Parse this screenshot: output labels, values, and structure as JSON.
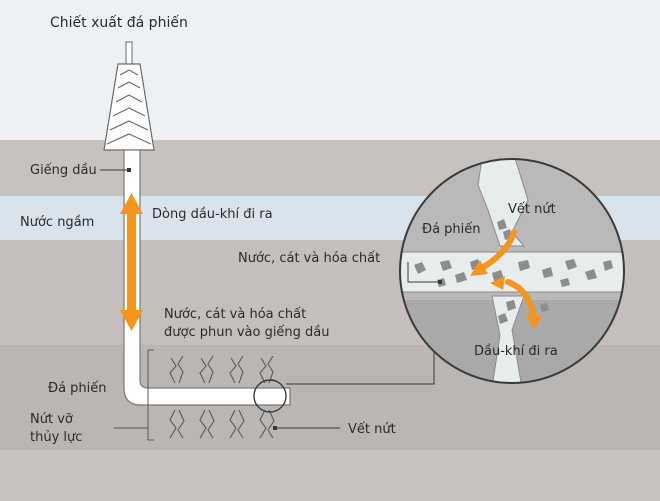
{
  "title": "Chiết xuất đá phiến",
  "labels": {
    "well": "Giếng dầu",
    "groundwater": "Nước ngầm",
    "oil_gas_flow": "Dòng dầu-khí đi ra",
    "injected_line1": "Nước, cát và hóa chất",
    "injected_line2": "được phun vào giếng dầu",
    "shale_left": "Đá phiến",
    "hydraulic_line1": "Nứt vỡ",
    "hydraulic_line2": "thủy lực",
    "crack_bottom": "Vết nứt"
  },
  "inset": {
    "crack": "Vết nứt",
    "shale": "Đá phiến",
    "water_sand_chem": "Nước, cát và hóa chất",
    "oil_gas_out": "Dầu-khí đi ra"
  },
  "colors": {
    "sky": "#eef1f3",
    "layer_brown": "#c8c2bf",
    "groundwater": "#d8e3ec",
    "shale": "#bfbcba",
    "shale_dark": "#b3b0ae",
    "pipe": "#ffffff",
    "arrow": "#f7941d",
    "inset_rock": "#b9b9b9",
    "inset_crack": "#e7ecec",
    "pebble": "#8d8d8d"
  }
}
